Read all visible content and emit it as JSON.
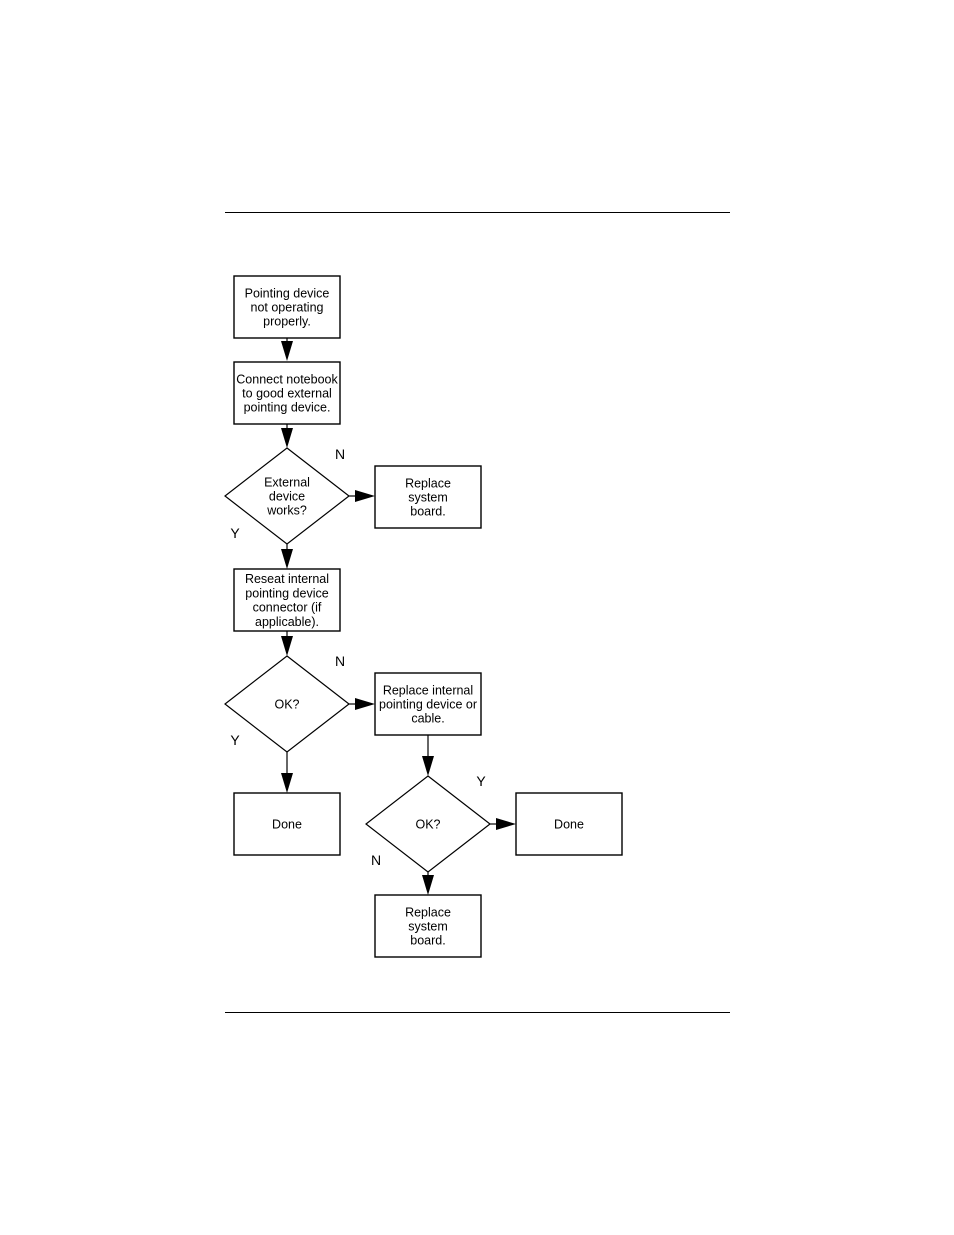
{
  "flowchart": {
    "nodes": [
      {
        "id": "start",
        "shape": "box",
        "lines": [
          "Pointing device",
          "not operating",
          "properly."
        ]
      },
      {
        "id": "connect",
        "shape": "box",
        "lines": [
          "Connect notebook",
          "to good external",
          "pointing device."
        ]
      },
      {
        "id": "ext_works",
        "shape": "diamond",
        "lines": [
          "External",
          "device",
          "works?"
        ]
      },
      {
        "id": "replace_board_1",
        "shape": "box",
        "lines": [
          "Replace",
          "system",
          "board."
        ]
      },
      {
        "id": "reseat",
        "shape": "box",
        "lines": [
          "Reseat internal",
          "pointing device",
          "connector (if",
          "applicable)."
        ]
      },
      {
        "id": "ok_1",
        "shape": "diamond",
        "lines": [
          "OK?"
        ]
      },
      {
        "id": "replace_internal",
        "shape": "box",
        "lines": [
          "Replace internal",
          "pointing device or",
          "cable."
        ]
      },
      {
        "id": "done_1",
        "shape": "box",
        "lines": [
          "Done"
        ]
      },
      {
        "id": "ok_2",
        "shape": "diamond",
        "lines": [
          "OK?"
        ]
      },
      {
        "id": "done_2",
        "shape": "box",
        "lines": [
          "Done"
        ]
      },
      {
        "id": "replace_board_2",
        "shape": "box",
        "lines": [
          "Replace",
          "system",
          "board."
        ]
      }
    ],
    "edges": [
      {
        "from": "start",
        "to": "connect",
        "label": ""
      },
      {
        "from": "connect",
        "to": "ext_works",
        "label": ""
      },
      {
        "from": "ext_works",
        "to": "replace_board_1",
        "label": "N"
      },
      {
        "from": "ext_works",
        "to": "reseat",
        "label": "Y"
      },
      {
        "from": "reseat",
        "to": "ok_1",
        "label": ""
      },
      {
        "from": "ok_1",
        "to": "replace_internal",
        "label": "N"
      },
      {
        "from": "ok_1",
        "to": "done_1",
        "label": "Y"
      },
      {
        "from": "replace_internal",
        "to": "ok_2",
        "label": ""
      },
      {
        "from": "ok_2",
        "to": "done_2",
        "label": "Y"
      },
      {
        "from": "ok_2",
        "to": "replace_board_2",
        "label": "N"
      }
    ]
  }
}
